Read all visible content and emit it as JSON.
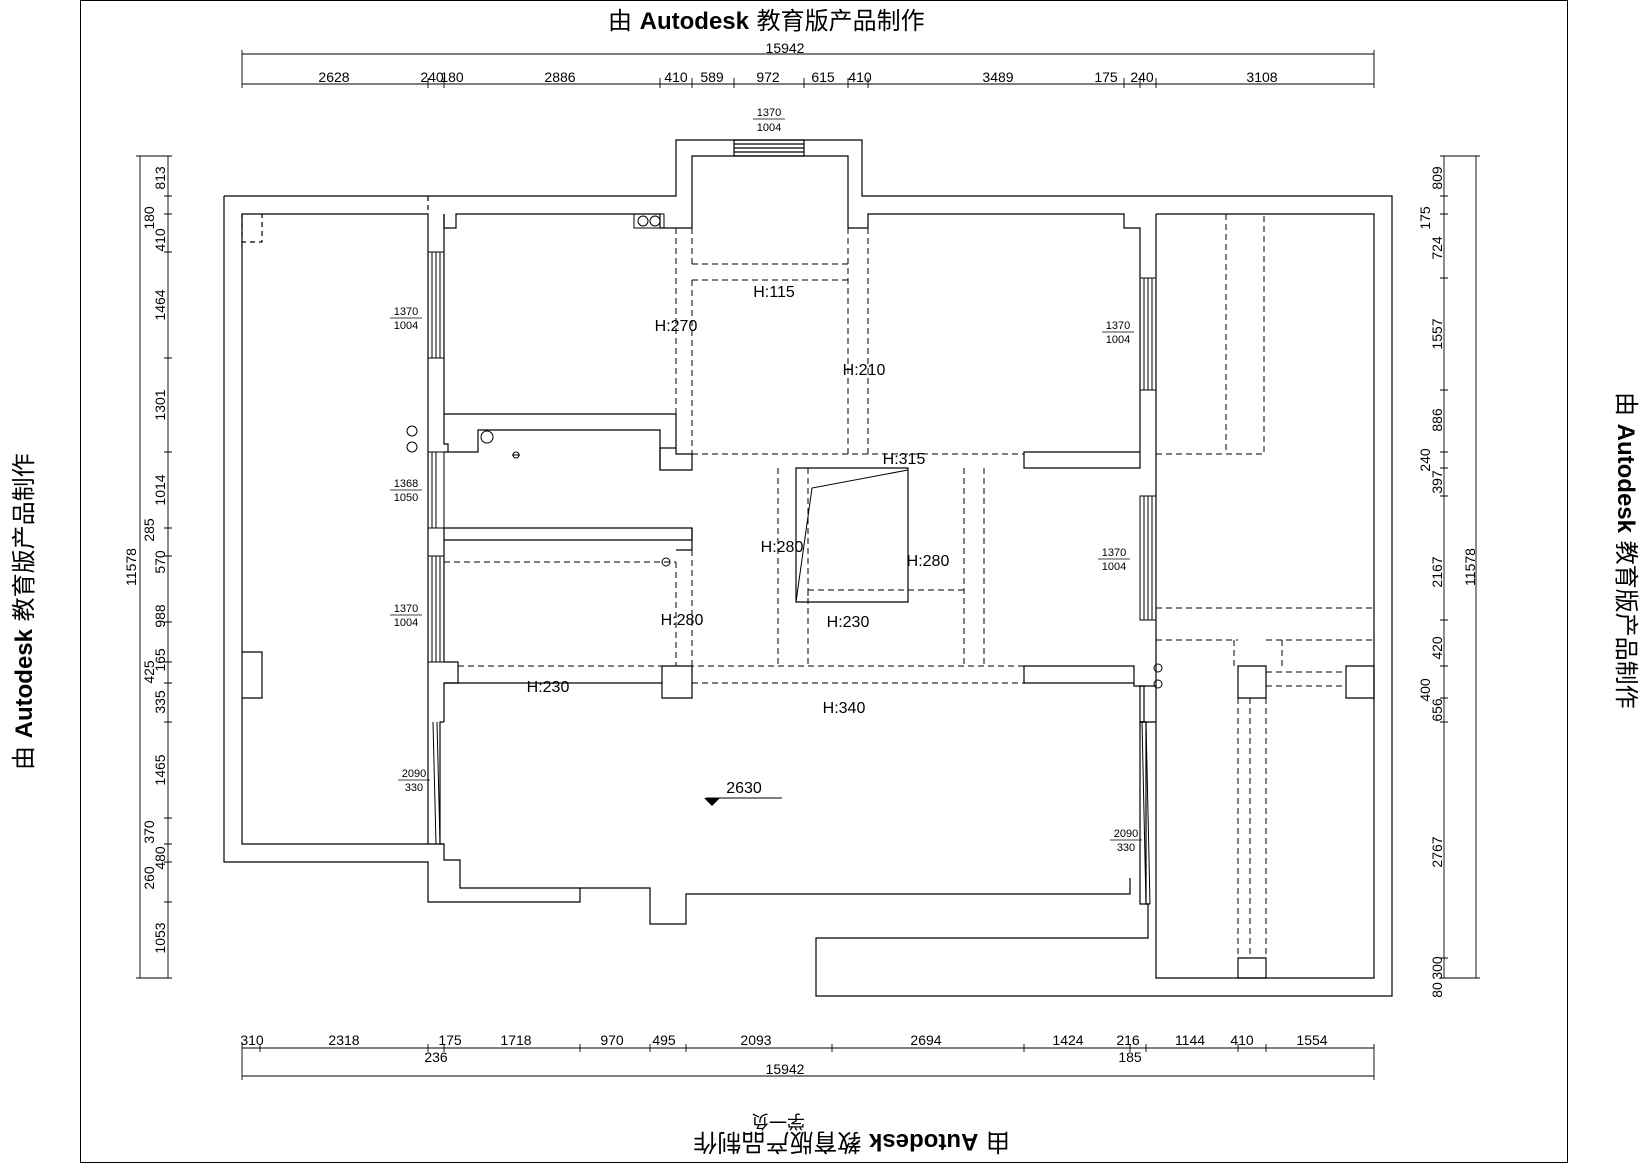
{
  "watermark": {
    "prefix": "由",
    "brand": "Autodesk",
    "suffix": "教育版产品制作"
  },
  "sheet_footer": "学一负",
  "dims_top": {
    "overall": "15942",
    "segments": [
      "2628",
      "240",
      "180",
      "2886",
      "410",
      "589",
      "972",
      "615",
      "410",
      "3489",
      "175",
      "240",
      "3108"
    ]
  },
  "dims_bottom": {
    "overall": "15942",
    "segments": [
      "310",
      "2318",
      "175",
      "1718",
      "970",
      "495",
      "2093",
      "2694",
      "1424",
      "216",
      "1144",
      "410",
      "1554"
    ],
    "sub_segments": [
      "236",
      "185"
    ]
  },
  "dims_left": {
    "overall": "11578",
    "segments": [
      "813",
      "180",
      "410",
      "1464",
      "1301",
      "1014",
      "285",
      "570",
      "988",
      "165",
      "425",
      "335",
      "1465",
      "370",
      "480",
      "260",
      "1053"
    ]
  },
  "dims_right": {
    "overall": "11578",
    "segments": [
      "809",
      "175",
      "724",
      "1557",
      "886",
      "240",
      "397",
      "2167",
      "420",
      "400",
      "656",
      "2767",
      "300",
      "80"
    ]
  },
  "windows": [
    {
      "top": "1370",
      "bottom": "1004"
    },
    {
      "top": "1370",
      "bottom": "1004"
    },
    {
      "top": "1368",
      "bottom": "1050"
    },
    {
      "top": "1370",
      "bottom": "1004"
    },
    {
      "top": "1370",
      "bottom": "1004"
    },
    {
      "top": "1370",
      "bottom": "1004"
    },
    {
      "top": "2090",
      "bottom": "330"
    },
    {
      "top": "2090",
      "bottom": "330"
    }
  ],
  "ceiling_heights": [
    "H:115",
    "H:270",
    "H:210",
    "H:315",
    "H:280",
    "H:280",
    "H:280",
    "H:230",
    "H:230",
    "H:340"
  ],
  "floor_level": "2630"
}
